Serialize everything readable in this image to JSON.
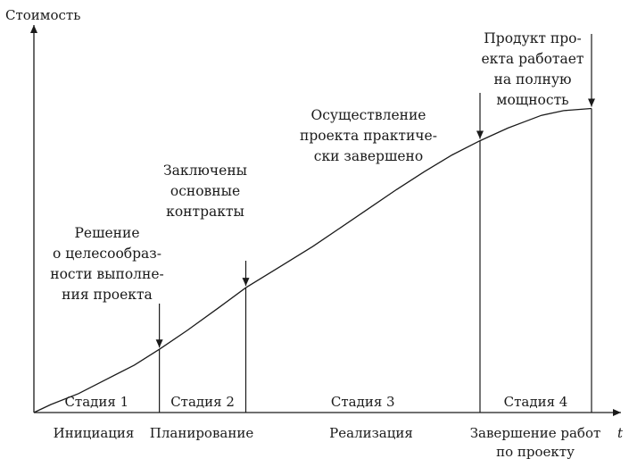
{
  "chart_data": {
    "type": "line",
    "ylabel": "Стоимость",
    "xlabel": "t",
    "x": [
      0,
      0.03,
      0.08,
      0.13,
      0.18,
      0.225,
      0.275,
      0.33,
      0.38,
      0.44,
      0.5,
      0.55,
      0.6,
      0.65,
      0.7,
      0.75,
      0.8,
      0.85,
      0.88,
      0.91,
      0.95,
      1.0
    ],
    "y": [
      0,
      0.025,
      0.06,
      0.105,
      0.15,
      0.2,
      0.26,
      0.33,
      0.395,
      0.46,
      0.525,
      0.585,
      0.645,
      0.705,
      0.762,
      0.815,
      0.86,
      0.9,
      0.92,
      0.94,
      0.955,
      0.962
    ],
    "stages": [
      {
        "label": "Стадия 1",
        "phase": "Инициация",
        "start": 0,
        "end": 0.225
      },
      {
        "label": "Стадия 2",
        "phase": "Планирование",
        "start": 0.225,
        "end": 0.38
      },
      {
        "label": "Стадия 3",
        "phase": "Реализация",
        "start": 0.38,
        "end": 0.8
      },
      {
        "label": "Стадия 4",
        "phase": "Завершение работ по проекту",
        "start": 0.8,
        "end": 1.0
      }
    ],
    "annotations": [
      {
        "at": 0.225,
        "lines": [
          "Решение",
          "о целесообраз-",
          "ности выполне-",
          "ния проекта"
        ]
      },
      {
        "at": 0.38,
        "lines": [
          "Заключены",
          "основные",
          "контракты"
        ]
      },
      {
        "at": 0.8,
        "lines": [
          "Осуществление",
          "проекта практиче-",
          "ски завершено"
        ]
      },
      {
        "at": 1.0,
        "lines": [
          "Продукт про-",
          "екта работает",
          "на полную",
          "мощность"
        ]
      }
    ]
  }
}
